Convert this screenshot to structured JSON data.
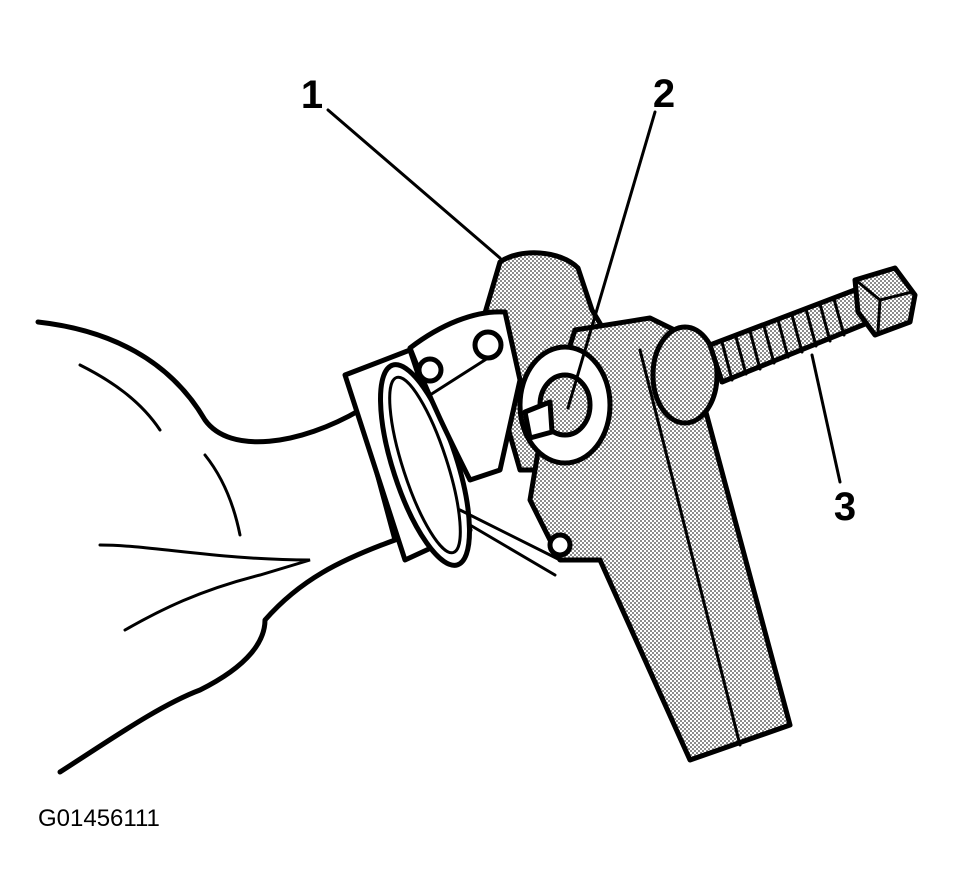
{
  "callouts": [
    {
      "number": "1"
    },
    {
      "number": "2"
    },
    {
      "number": "3"
    }
  ],
  "figure_code": "G01456111",
  "colors": {
    "line": "#000000",
    "shading": "#8c8c8c",
    "background": "#ffffff"
  }
}
